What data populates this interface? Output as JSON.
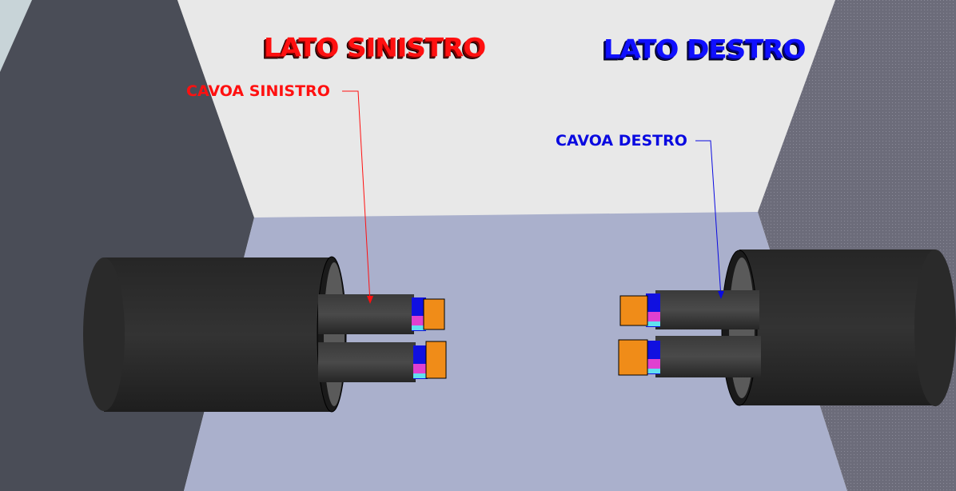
{
  "titles": {
    "left": "LATO SINISTRO",
    "right": "LATO DESTRO"
  },
  "labels": {
    "left": "CAVOA SINISTRO",
    "right": "CAVOA DESTRO"
  },
  "colors": {
    "left_accent": "#ff1010",
    "right_accent": "#0a0ae0",
    "floor": "#aab0cc",
    "back_wall": "#e8e8e8",
    "left_wall": "#4a4d57",
    "right_wall": "#6c6c7a",
    "conduit": "#2c2c2c"
  }
}
